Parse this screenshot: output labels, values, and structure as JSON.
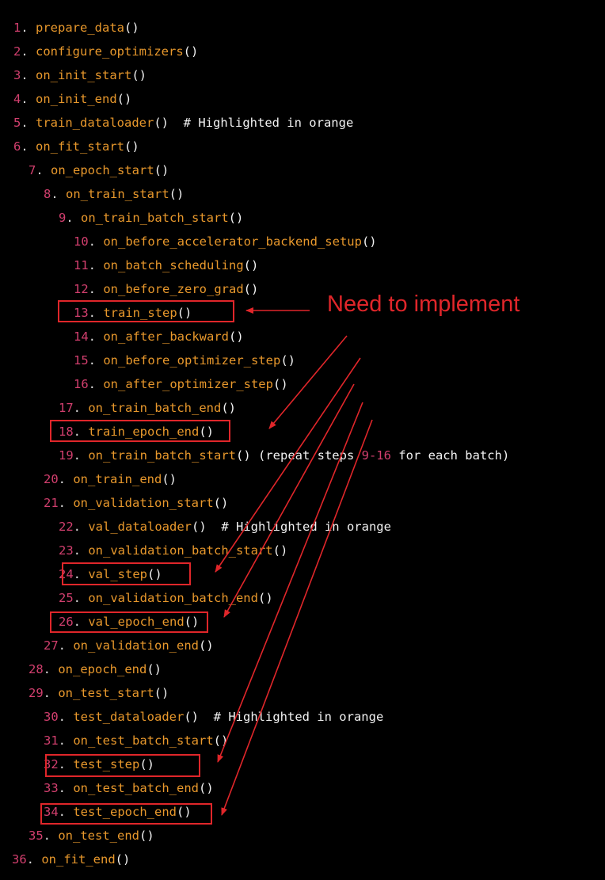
{
  "annotation": {
    "text": "Need to implement",
    "color": "#e0262a"
  },
  "colors": {
    "number": "#d23f6e",
    "function": "#e8982c",
    "text": "#f2f2f2"
  },
  "lines": [
    {
      "n": "1",
      "level": 0,
      "fn": "prepare_data"
    },
    {
      "n": "2",
      "level": 0,
      "fn": "configure_optimizers"
    },
    {
      "n": "3",
      "level": 0,
      "fn": "on_init_start"
    },
    {
      "n": "4",
      "level": 0,
      "fn": "on_init_end"
    },
    {
      "n": "5",
      "level": 0,
      "fn": "train_dataloader",
      "comment": "  # Highlighted in orange"
    },
    {
      "n": "6",
      "level": 0,
      "fn": "on_fit_start"
    },
    {
      "n": "7",
      "level": 1,
      "fn": "on_epoch_start"
    },
    {
      "n": "8",
      "level": 2,
      "fn": "on_train_start"
    },
    {
      "n": "9",
      "level": 3,
      "fn": "on_train_batch_start"
    },
    {
      "n": "10",
      "level": 4,
      "fn": "on_before_accelerator_backend_setup"
    },
    {
      "n": "11",
      "level": 4,
      "fn": "on_batch_scheduling"
    },
    {
      "n": "12",
      "level": 4,
      "fn": "on_before_zero_grad"
    },
    {
      "n": "13",
      "level": 4,
      "fn": "train_step",
      "boxed": true
    },
    {
      "n": "14",
      "level": 4,
      "fn": "on_after_backward"
    },
    {
      "n": "15",
      "level": 4,
      "fn": "on_before_optimizer_step"
    },
    {
      "n": "16",
      "level": 4,
      "fn": "on_after_optimizer_step"
    },
    {
      "n": "17",
      "level": 3,
      "fn": "on_train_batch_end"
    },
    {
      "n": "18",
      "level": 3,
      "fn": "train_epoch_end",
      "boxed": true
    },
    {
      "n": "19",
      "level": 3,
      "fn": "on_train_batch_start",
      "comment": " (repeat steps ",
      "hl": "9-16",
      "comment2": " for each batch)"
    },
    {
      "n": "20",
      "level": 2,
      "fn": "on_train_end"
    },
    {
      "n": "21",
      "level": 2,
      "fn": "on_validation_start"
    },
    {
      "n": "22",
      "level": 3,
      "fn": "val_dataloader",
      "comment": "  # Highlighted in orange"
    },
    {
      "n": "23",
      "level": 3,
      "fn": "on_validation_batch_start"
    },
    {
      "n": "24",
      "level": 3,
      "fn": "val_step",
      "boxed": true
    },
    {
      "n": "25",
      "level": 3,
      "fn": "on_validation_batch_end"
    },
    {
      "n": "26",
      "level": 3,
      "fn": "val_epoch_end",
      "boxed": true
    },
    {
      "n": "27",
      "level": 2,
      "fn": "on_validation_end"
    },
    {
      "n": "28",
      "level": 1,
      "fn": "on_epoch_end"
    },
    {
      "n": "29",
      "level": 1,
      "fn": "on_test_start"
    },
    {
      "n": "30",
      "level": 2,
      "fn": "test_dataloader",
      "comment": "  # Highlighted in orange"
    },
    {
      "n": "31",
      "level": 2,
      "fn": "on_test_batch_start"
    },
    {
      "n": "32",
      "level": 2,
      "fn": "test_step",
      "boxed": true
    },
    {
      "n": "33",
      "level": 2,
      "fn": "on_test_batch_end"
    },
    {
      "n": "34",
      "level": 2,
      "fn": "test_epoch_end",
      "boxed": true
    },
    {
      "n": "35",
      "level": 1,
      "fn": "on_test_end"
    },
    {
      "n": "36",
      "level": 0,
      "fn": "on_fit_end"
    }
  ],
  "paren": "()",
  "dot": ". "
}
